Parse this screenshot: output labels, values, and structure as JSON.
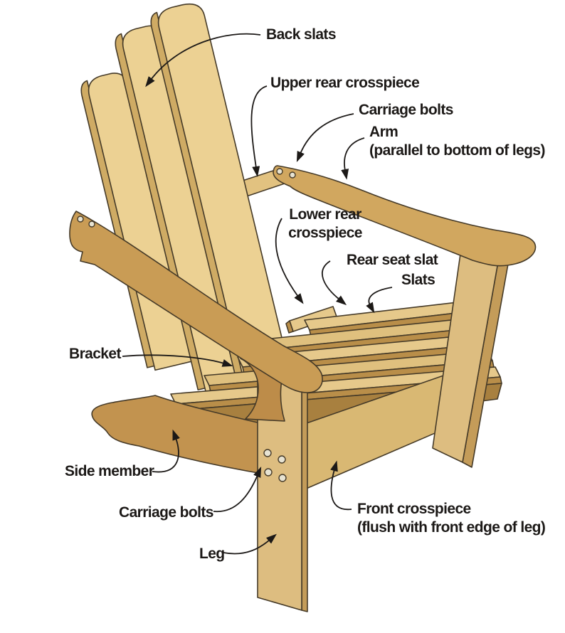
{
  "figure": {
    "colors": {
      "outline": "#453a28",
      "label": "#1c1917",
      "line": "#1c1917",
      "bg": "#ffffff",
      "slat_face": "#ecd193",
      "slat_edge": "#cfab64",
      "crosspiece": "#e2c280",
      "seat_light": "#e6c98b",
      "seat_mid": "#dfc07e",
      "seat_edge": "#b98e49",
      "seam": "#a8803f",
      "front_crosspiece": "#d9b873",
      "leg_face": "#ddbd80",
      "leg_side": "#c49c59",
      "arm_left": "#c99c55",
      "arm_right": "#d1a75f",
      "side_member": "#c2934f",
      "bracket": "#bd8c49",
      "bolt": "#e7e3d2"
    },
    "labels": {
      "back_slats": {
        "lines": [
          "Back slats"
        ]
      },
      "upper_rear_crosspiece": {
        "lines": [
          "Upper rear crosspiece"
        ]
      },
      "carriage_bolts_top": {
        "lines": [
          "Carriage bolts"
        ]
      },
      "arm": {
        "lines": [
          "Arm",
          "(parallel to bottom of legs)"
        ]
      },
      "lower_rear_crosspiece": {
        "lines": [
          "Lower rear",
          "crosspiece"
        ]
      },
      "rear_seat_slat": {
        "lines": [
          "Rear seat slat"
        ]
      },
      "slats": {
        "lines": [
          "Slats"
        ]
      },
      "bracket": {
        "lines": [
          "Bracket"
        ]
      },
      "side_member": {
        "lines": [
          "Side member"
        ]
      },
      "carriage_bolts_bottom": {
        "lines": [
          "Carriage bolts"
        ]
      },
      "leg": {
        "lines": [
          "Leg"
        ]
      },
      "front_crosspiece": {
        "lines": [
          "Front crosspiece",
          "(flush with front edge of leg)"
        ]
      }
    }
  }
}
